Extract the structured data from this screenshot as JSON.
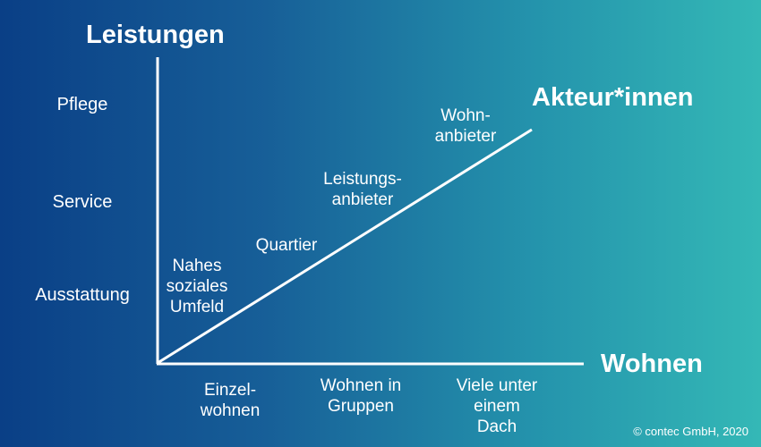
{
  "axes": {
    "y_title": "Leistungen",
    "x_title": "Wohnen",
    "diagonal_title": "Akteur*innen"
  },
  "y_categories": [
    "Pflege",
    "Service",
    "Ausstattung"
  ],
  "x_categories": [
    "Einzel-\nwohnen",
    "Wohnen in\nGruppen",
    "Viele unter\neinem\nDach"
  ],
  "diagonal_labels": [
    "Nahes\nsoziales\nUmfeld",
    "Quartier",
    "Leistungs-\nanbieter",
    "Wohn-\nanbieter"
  ],
  "copyright": "© contec GmbH, 2020",
  "colors": {
    "background_left": "#0a3f86",
    "background_right": "#34b8b6",
    "lines": "#ffffff",
    "text": "#ffffff"
  }
}
